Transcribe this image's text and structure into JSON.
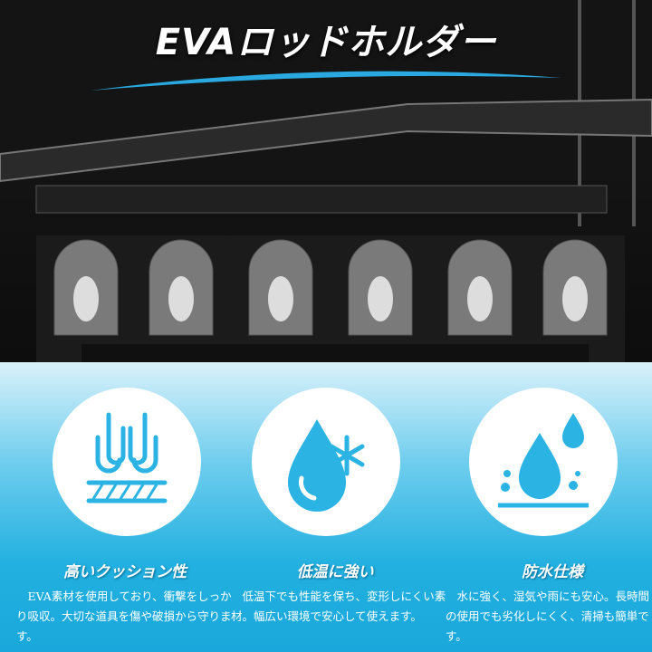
{
  "title": "EVAロッドホルダー",
  "colors": {
    "accent": "#22b0e0",
    "icon": "#2ab3e3"
  },
  "features": [
    {
      "icon": "cushion-icon",
      "title": "高いクッション性",
      "desc": "EVA素材を使用しており、衝撃をしっかり吸収。大切な道具を傷や破損から守ります。"
    },
    {
      "icon": "cold-drop-icon",
      "title": "低温に強い",
      "desc": "低温下でも性能を保ち、変形しにくい素材。幅広い環境で安心して使えます。"
    },
    {
      "icon": "waterproof-icon",
      "title": "防水仕様",
      "desc": "水に強く、湿気や雨にも安心。長時間の使用でも劣化しにくく、清掃も簡単です。"
    }
  ]
}
